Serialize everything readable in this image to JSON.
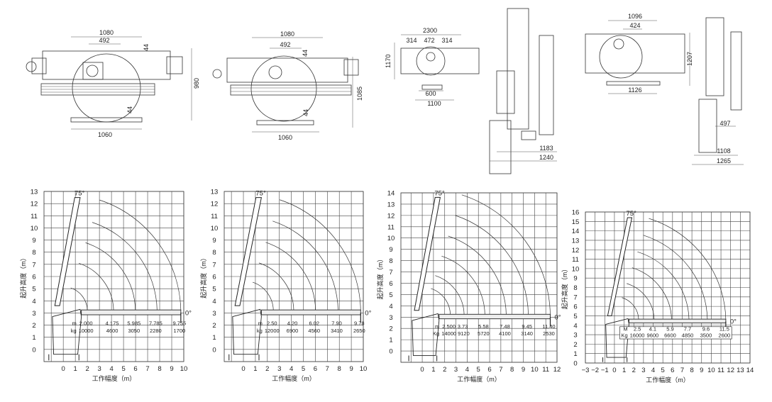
{
  "drawings": [
    {
      "name": "top-view-1",
      "dims": [
        "1080",
        "492",
        "44",
        "980",
        "44",
        "1060"
      ]
    },
    {
      "name": "top-view-2",
      "dims": [
        "1080",
        "492",
        "44",
        "1085",
        "44",
        "1060"
      ]
    },
    {
      "name": "top-view-3",
      "dims": [
        "2300",
        "314",
        "472",
        "314",
        "1170",
        "600",
        "1100",
        "1183",
        "1240"
      ]
    },
    {
      "name": "top-view-4",
      "dims": [
        "1096",
        "424",
        "1207",
        "1126",
        "497",
        "1108",
        "1265"
      ]
    }
  ],
  "chart_data": [
    {
      "type": "line",
      "title": "",
      "xlabel": "工作幅度（m）",
      "ylabel": "起升高度（m）",
      "xlim": [
        -1.6,
        10
      ],
      "ylim": [
        -1,
        13
      ],
      "xticks": [
        0,
        1,
        2,
        3,
        4,
        5,
        6,
        7,
        8,
        9,
        10
      ],
      "yticks": [
        0,
        1,
        2,
        3,
        4,
        5,
        6,
        7,
        8,
        9,
        10,
        11,
        12,
        13
      ],
      "boom_angle_max": "75°",
      "boom_angle_min": "0°",
      "boom_tip": [
        1.4,
        12.5
      ],
      "boom_height": 3,
      "table": {
        "m_label": "m",
        "kg_label": "kg",
        "m": [
          "2.000",
          "4.175",
          "5.985",
          "7.785",
          "9.755"
        ],
        "kg": [
          "10000",
          "4600",
          "3050",
          "2280",
          "1700"
        ]
      }
    },
    {
      "type": "line",
      "title": "",
      "xlabel": "工作幅度（m）",
      "ylabel": "起升高度（m）",
      "xlim": [
        -1.6,
        10
      ],
      "ylim": [
        -1,
        13
      ],
      "xticks": [
        0,
        1,
        2,
        3,
        4,
        5,
        6,
        7,
        8,
        9,
        10
      ],
      "yticks": [
        0,
        1,
        2,
        3,
        4,
        5,
        6,
        7,
        8,
        9,
        10,
        11,
        12,
        13
      ],
      "boom_angle_max": "75°",
      "boom_angle_min": "0°",
      "boom_tip": [
        1.5,
        12.5
      ],
      "boom_height": 3,
      "table": {
        "m_label": "m",
        "kg_label": "kg",
        "m": [
          "2.50",
          "4.20",
          "6.02",
          "7.90",
          "9.78"
        ],
        "kg": [
          "12000",
          "6900",
          "4560",
          "3410",
          "2650"
        ]
      }
    },
    {
      "type": "line",
      "title": "",
      "xlabel": "工作幅度（m）",
      "ylabel": "起升高度（m）",
      "xlim": [
        -1.9,
        12
      ],
      "ylim": [
        -1,
        14
      ],
      "xticks": [
        0,
        1,
        2,
        3,
        4,
        5,
        6,
        7,
        8,
        9,
        10,
        11,
        12
      ],
      "yticks": [
        0,
        1,
        2,
        3,
        4,
        5,
        6,
        7,
        8,
        9,
        10,
        11,
        12,
        13,
        14
      ],
      "boom_angle_max": "75°",
      "boom_angle_min": "0°",
      "boom_tip": [
        1.6,
        13.6
      ],
      "boom_height": 3,
      "table": {
        "m_label": "m",
        "kg_label": "Kg",
        "m": [
          "2.500",
          "3.73",
          "5.58",
          "7.48",
          "9.45",
          "11.40"
        ],
        "kg": [
          "14000",
          "9120",
          "5720",
          "4100",
          "3140",
          "2530"
        ]
      }
    },
    {
      "type": "line",
      "title": "",
      "xlabel": "工作幅度（m）",
      "ylabel": "起升高度（m）",
      "xlim": [
        -3,
        14
      ],
      "ylim": [
        0,
        16
      ],
      "xticks": [
        -3,
        -2,
        -1,
        0,
        1,
        2,
        3,
        4,
        5,
        6,
        7,
        8,
        9,
        10,
        11,
        12,
        13,
        14
      ],
      "xtick_labels": [
        "−3",
        "−2",
        "−1",
        "0",
        "1",
        "2",
        "3",
        "4",
        "5",
        "6",
        "7",
        "8",
        "9",
        "10",
        "11",
        "12",
        "13",
        "14"
      ],
      "yticks": [
        0,
        1,
        2,
        3,
        4,
        5,
        6,
        7,
        8,
        9,
        10,
        11,
        12,
        13,
        14,
        15,
        16
      ],
      "boom_angle_max": "75°",
      "boom_angle_min": "0°",
      "boom_tip": [
        1.8,
        15.4
      ],
      "boom_height": 4.4,
      "table": {
        "m_label": "M",
        "kg_label": "Kg",
        "m": [
          "2.5",
          "4.1",
          "5.9",
          "7.7",
          "9.6",
          "11.5"
        ],
        "kg": [
          "16000",
          "9600",
          "6600",
          "4850",
          "3500",
          "2600"
        ]
      }
    }
  ]
}
